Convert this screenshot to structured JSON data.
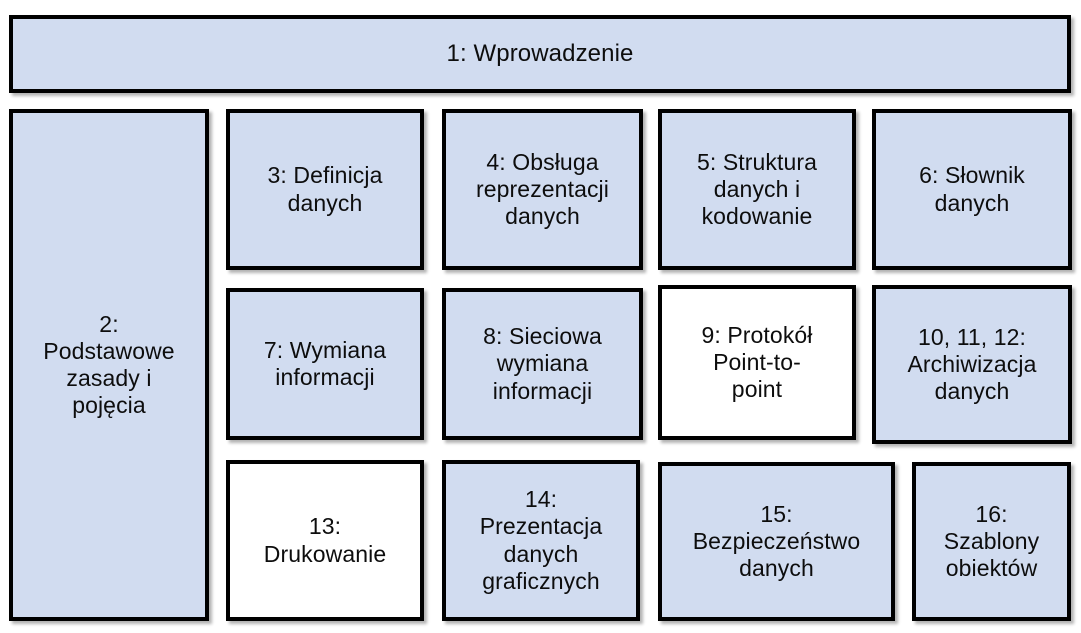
{
  "diagram": {
    "title": "Struktura dokumentu",
    "language": "pl",
    "colors": {
      "fill_blue": "#d1dcf0",
      "fill_white": "#ffffff",
      "border": "#000000",
      "text": "#0d0d0d",
      "background": "#ffffff"
    },
    "nodes": [
      {
        "id": "node-1",
        "number": "1",
        "label": "1: Wprowadzenie",
        "fill": "blue",
        "role": "banner"
      },
      {
        "id": "node-2",
        "number": "2",
        "label": "2:\nPodstawowe\nzasady i\npojęcia",
        "fill": "blue",
        "role": "sidebar"
      },
      {
        "id": "node-3",
        "number": "3",
        "label": "3: Definicja\ndanych",
        "fill": "blue",
        "role": "cell"
      },
      {
        "id": "node-4",
        "number": "4",
        "label": "4: Obsługa\nreprezentacji\ndanych",
        "fill": "blue",
        "role": "cell"
      },
      {
        "id": "node-5",
        "number": "5",
        "label": "5: Struktura\ndanych i\nkodowanie",
        "fill": "blue",
        "role": "cell"
      },
      {
        "id": "node-6",
        "number": "6",
        "label": "6: Słownik\ndanych",
        "fill": "blue",
        "role": "cell"
      },
      {
        "id": "node-7",
        "number": "7",
        "label": "7: Wymiana\ninformacji",
        "fill": "blue",
        "role": "cell"
      },
      {
        "id": "node-8",
        "number": "8",
        "label": "8: Sieciowa\nwymiana\ninformacji",
        "fill": "blue",
        "role": "cell"
      },
      {
        "id": "node-9",
        "number": "9",
        "label": "9: Protokół\nPoint-to-\npoint",
        "fill": "white",
        "role": "cell"
      },
      {
        "id": "node-10-11-12",
        "number": "10, 11, 12",
        "label": "10, 11, 12:\nArchiwizacja\ndanych",
        "fill": "blue",
        "role": "cell"
      },
      {
        "id": "node-13",
        "number": "13",
        "label": "13:\nDrukowanie",
        "fill": "white",
        "role": "cell"
      },
      {
        "id": "node-14",
        "number": "14",
        "label": "14:\nPrezentacja\ndanych\ngraficznych",
        "fill": "blue",
        "role": "cell"
      },
      {
        "id": "node-15",
        "number": "15",
        "label": "15:\nBezpieczeństwo\ndanych",
        "fill": "blue",
        "role": "cell"
      },
      {
        "id": "node-16",
        "number": "16",
        "label": "16:\nSzablony\nobiektów",
        "fill": "blue",
        "role": "cell"
      }
    ]
  }
}
